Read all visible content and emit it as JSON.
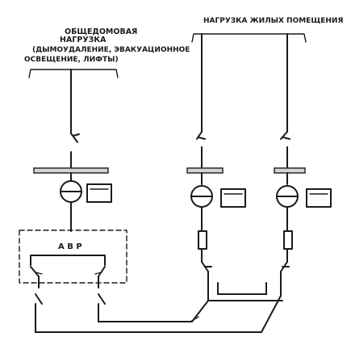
{
  "labels": {
    "common_load_line1": "ОБЩЕДОМОВАЯ",
    "common_load_line2": "НАГРУЗКА",
    "common_load_line3": "(ДЫМОУДАЛЕНИЕ, ЭВАКУАЦИОННОЕ",
    "common_load_line4": "ОСВЕЩЕНИЕ, ЛИФТЫ)",
    "residential_load": "НАГРУЗКА ЖИЛЫХ ПОМЕЩЕНИЯ",
    "avr": "А В Р"
  }
}
